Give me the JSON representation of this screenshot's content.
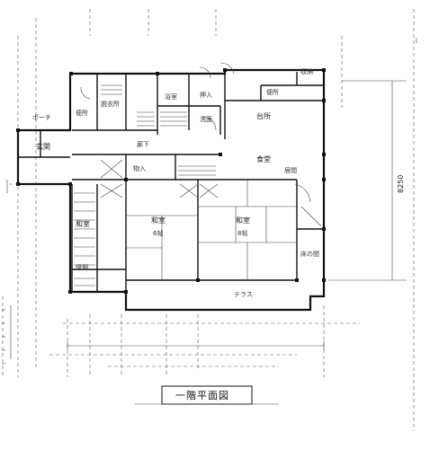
{
  "title": "一階平面図",
  "dimensions": {
    "overall_height": "8250"
  },
  "rooms": {
    "bath": "浴室",
    "changing": "脱衣所",
    "toilet": "便所",
    "toilet2": "便所",
    "porch": "ポーチ",
    "entrance": "玄関",
    "storage": "物入",
    "storage2": "押入",
    "hall": "廊下",
    "kitchen": "台所",
    "dining": "食堂",
    "washroom": "洗面",
    "living": "居間",
    "japanese1": "和室",
    "japanese1_size": "6帖",
    "japanese2": "和室",
    "japanese2_size": "8帖",
    "tatami": "和室",
    "veranda": "テラス",
    "closet": "収納",
    "tokonoma": "床の間",
    "engawa": "縁側"
  }
}
